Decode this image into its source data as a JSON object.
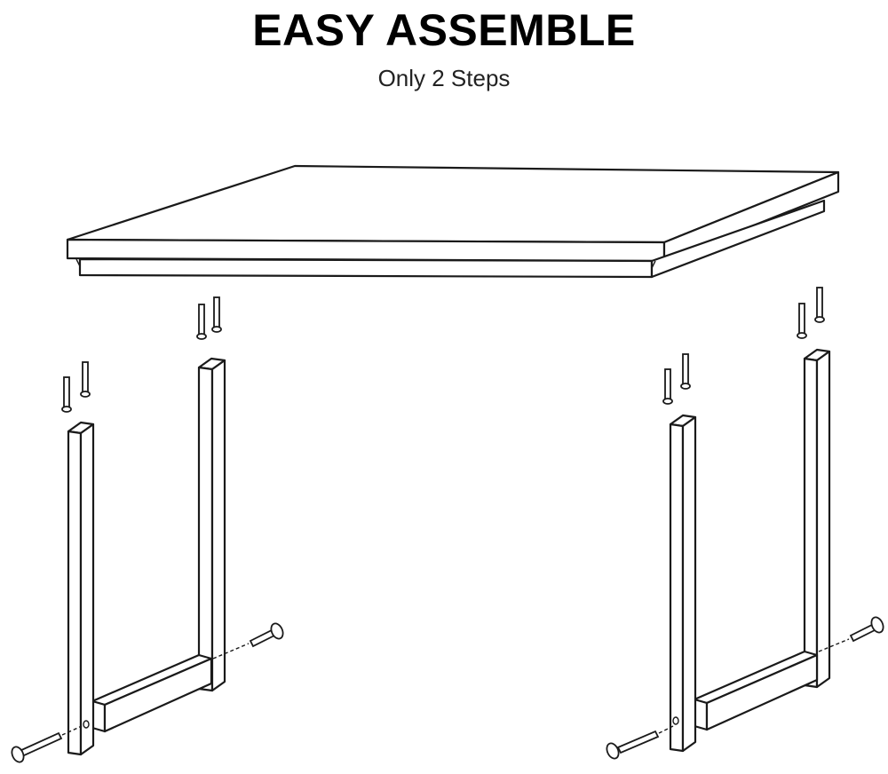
{
  "header": {
    "title": "EASY ASSEMBLE",
    "subtitle": "Only 2 Steps"
  },
  "diagram": {
    "parts": [
      "table-top",
      "left-leg-frame",
      "right-leg-frame",
      "screws"
    ],
    "colors": {
      "line": "#1a1a1a",
      "background": "#ffffff"
    }
  }
}
